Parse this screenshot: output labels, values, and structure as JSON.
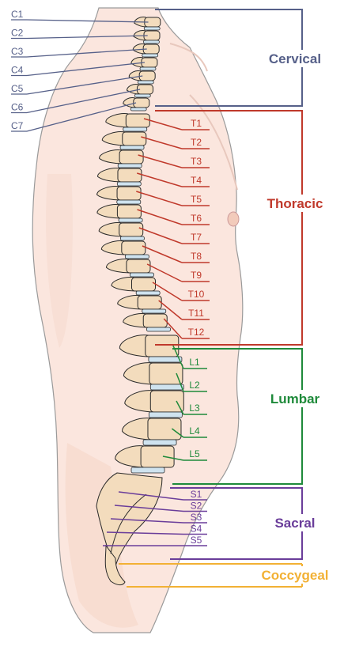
{
  "regions": [
    {
      "key": "cervical",
      "name": "Cervical",
      "color": "#566089"
    },
    {
      "key": "thoracic",
      "name": "Thoracic",
      "color": "#c0392b"
    },
    {
      "key": "lumbar",
      "name": "Lumbar",
      "color": "#1e8a3a"
    },
    {
      "key": "sacral",
      "name": "Sacral",
      "color": "#6a3d9a"
    },
    {
      "key": "coccygeal",
      "name": "Coccygeal",
      "color": "#f2b134"
    }
  ],
  "cervical_labels": [
    "C1",
    "C2",
    "C3",
    "C4",
    "C5",
    "C6",
    "C7"
  ],
  "thoracic_labels": [
    "T1",
    "T2",
    "T3",
    "T4",
    "T5",
    "T6",
    "T7",
    "T8",
    "T9",
    "T10",
    "T11",
    "T12"
  ],
  "lumbar_labels": [
    "L1",
    "L2",
    "L3",
    "L4",
    "L5"
  ],
  "sacral_labels": [
    "S1",
    "S2",
    "S3",
    "S4",
    "S5"
  ],
  "colors": {
    "skin_fill": "#fbe6de",
    "skin_outline": "#9a9a9a",
    "bone": "#f3dcbd",
    "bone_outline": "#2a2a2a",
    "disc": "#cfe3ef"
  }
}
